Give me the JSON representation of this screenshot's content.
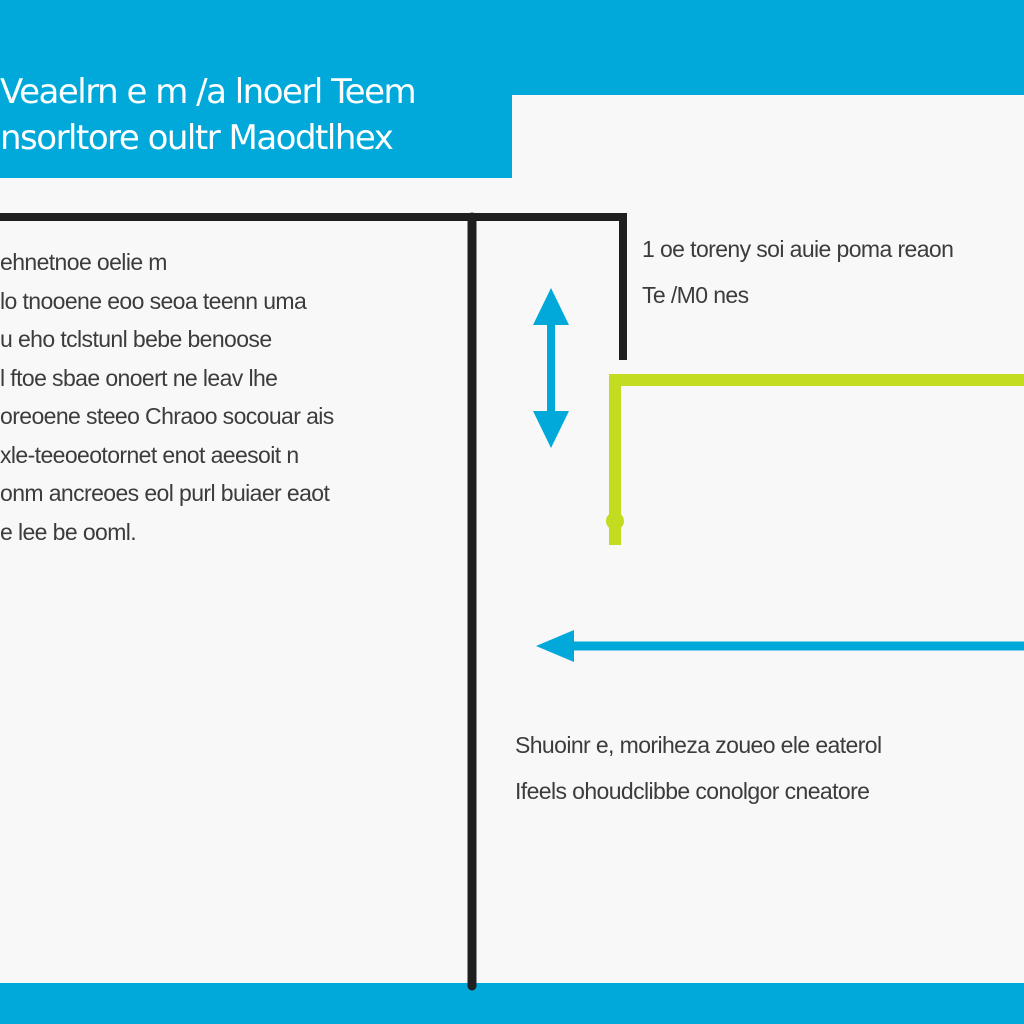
{
  "colors": {
    "accent_blue": "#00a9d9",
    "accent_green": "#c3dc1f",
    "line_dark": "#1f1f1f",
    "background": "#f8f8f8",
    "text": "#3c3c3c"
  },
  "header": {
    "title_lines": [
      "Veaelrn e m /a lnoerl Teem",
      "nsorltore oultr Maodtlhex"
    ]
  },
  "left_panel": {
    "lines": [
      "ehnetnoe oelie m",
      "lo tnooene eoo seoa teenn uma",
      "u eho tclstunl bebe benoose",
      "l ftoe sbae onoert ne leav lhe",
      "oreoene steeo Chraoo socouar ais",
      "xle-teeoeotornet enot aeesoit n",
      "onm ancreoes eol purl buiaer eaot",
      "e lee be ooml."
    ]
  },
  "right_top_note": {
    "lines": [
      "1 oe toreny soi auie poma reaon",
      "Te /M0 nes"
    ]
  },
  "right_bottom_note": {
    "lines": [
      "Shuoinr e, moriheza zoueo ele eaterol",
      "Ifeels ohoudclibbe conolgor cneatore"
    ]
  },
  "icons": {
    "vertical_arrow": "double-headed-arrow-icon",
    "horizontal_arrow": "left-arrow-icon"
  }
}
